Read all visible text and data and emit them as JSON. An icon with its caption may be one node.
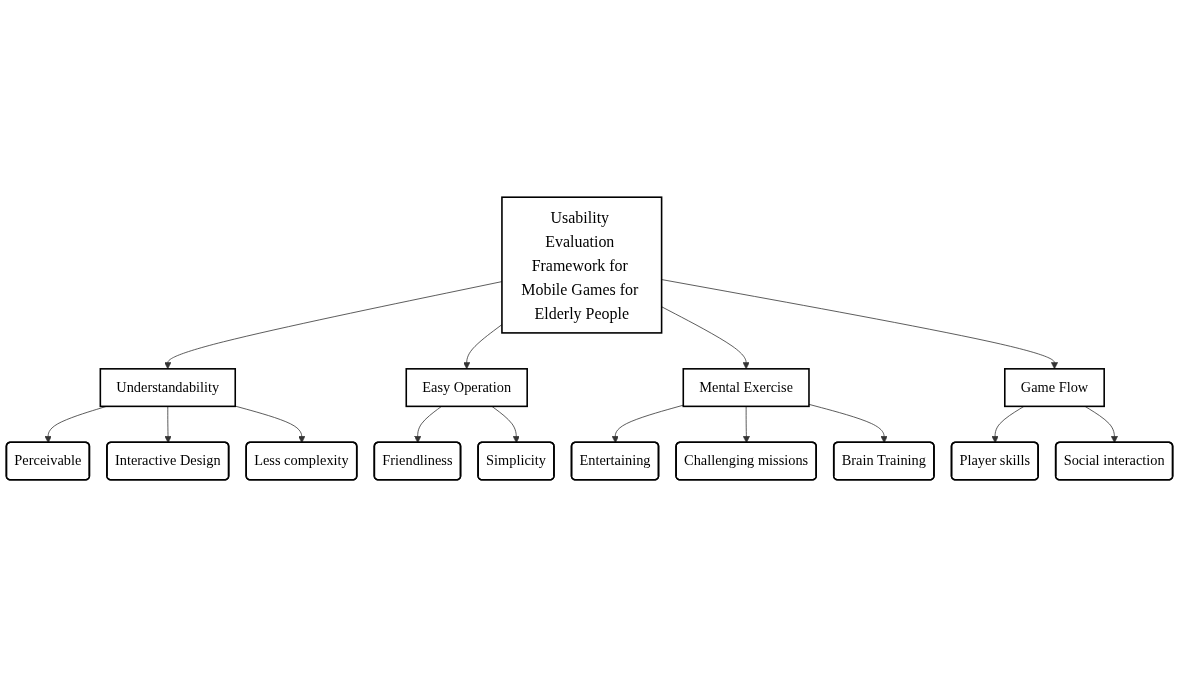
{
  "diagram": {
    "nodes": [
      {
        "text": [
          "Usability Evaluation Framework for Mobile Games for Elderly People"
        ]
      },
      {
        "text": [
          "Understandability"
        ]
      },
      {
        "text": [
          "Easy Operation"
        ]
      },
      {
        "text": [
          "Mental Exercise"
        ]
      },
      {
        "text": [
          "Game Flow"
        ]
      },
      {
        "text": [
          "Perceivable"
        ]
      },
      {
        "text": [
          "Interactive Design"
        ]
      },
      {
        "text": [
          "Less complexity"
        ]
      },
      {
        "text": [
          "Friendliness"
        ]
      },
      {
        "text": [
          "Simplicity"
        ]
      },
      {
        "text": [
          "Entertaining"
        ]
      },
      {
        "text": [
          "Challenging missions"
        ]
      },
      {
        "text": [
          "Brain Training"
        ]
      },
      {
        "text": [
          "Player skills"
        ]
      },
      {
        "text": [
          "Social interaction"
        ]
      }
    ],
    "edges": [
      {
        "from": 0,
        "to": 1,
        "arrow": "to"
      },
      {
        "from": 0,
        "to": 2,
        "arrow": "to"
      },
      {
        "from": 0,
        "to": 3,
        "arrow": "to"
      },
      {
        "from": 0,
        "to": 4,
        "arrow": "to"
      },
      {
        "from": 1,
        "to": 5,
        "arrow": "to"
      },
      {
        "from": 1,
        "to": 6,
        "arrow": "to"
      },
      {
        "from": 1,
        "to": 7,
        "arrow": "to"
      },
      {
        "from": 2,
        "to": 8,
        "arrow": "to"
      },
      {
        "from": 2,
        "to": 9,
        "arrow": "to"
      },
      {
        "from": 3,
        "to": 10,
        "arrow": "to"
      },
      {
        "from": 3,
        "to": 11,
        "arrow": "to"
      },
      {
        "from": 3,
        "to": 12,
        "arrow": "to"
      },
      {
        "from": 4,
        "to": 13,
        "arrow": "to"
      },
      {
        "from": 4,
        "to": 14,
        "arrow": "to"
      }
    ]
  }
}
